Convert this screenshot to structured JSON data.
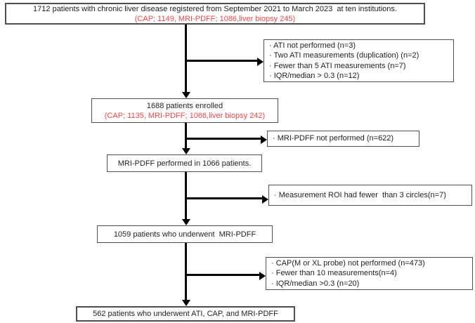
{
  "colors": {
    "accent_red": "#f04b4a",
    "box_border": "#4f4f4f",
    "arrow": "#000000",
    "text": "#1f1f1f",
    "background": "#ffffff"
  },
  "flow": {
    "box1": {
      "line1": "1712 patients with chronic liver disease registered from September 2021 to March 2023  at ten institutions.",
      "line2": "(CAP; 1149, MRI-PDFF; 1086,liver biopsy 245)"
    },
    "exclusion1": {
      "items": [
        "· ATI not performed (n=3)",
        "· Two ATI measurements (duplication) (n=2)",
        "· Fewer than 5 ATI measurements (n=7)",
        "· IQR/median > 0.3 (n=12)"
      ]
    },
    "box2": {
      "line1": "1688 patients enrolled",
      "line2": "(CAP; 1135, MRI-PDFF; 1066,liver biopsy 242)"
    },
    "exclusion2": {
      "items": [
        "· MRI-PDFF not performed (n=622)"
      ]
    },
    "box3": {
      "line1": "MRI-PDFF performed in 1066 patients."
    },
    "exclusion3": {
      "items": [
        "· Measurement ROI had fewer  than 3 circles(n=7)"
      ]
    },
    "box4": {
      "line1": "1059 patients who underwent  MRI-PDFF"
    },
    "exclusion4": {
      "items": [
        "· CAP(M or XL probe) not performed (n=473)",
        "· Fewer than 10 measurements(n=4)",
        "· IQR/median >0.3 (n=20)"
      ]
    },
    "box5": {
      "line1": "562 patients who underwent ATI, CAP, and MRI-PDFF"
    }
  }
}
